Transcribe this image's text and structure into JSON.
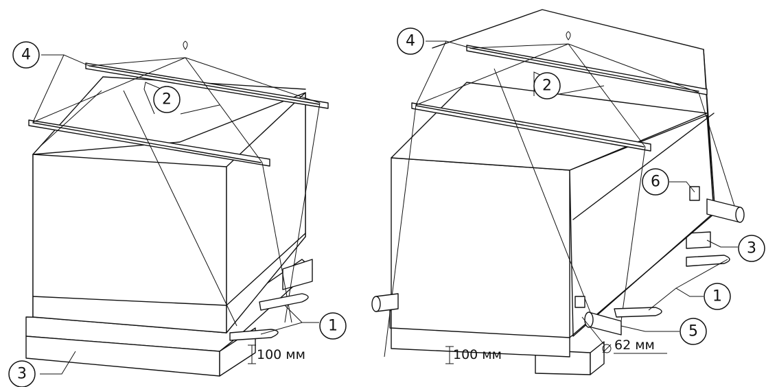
{
  "callouts": {
    "one": "1",
    "two": "2",
    "three": "3",
    "four": "4",
    "five": "5",
    "six": "6"
  },
  "dimensions": {
    "left_height": "100 мм",
    "right_height": "100 мм",
    "pipe_diameter": "62 мм"
  }
}
